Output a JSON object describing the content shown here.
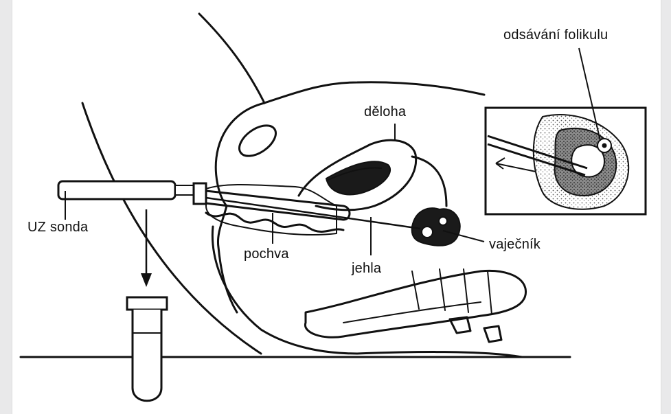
{
  "labels": {
    "uz_sonda": "UZ sonda",
    "pochva": "pochva",
    "jehla": "jehla",
    "deloha": "děloha",
    "vajecnik": "vaječník",
    "odsavani": "odsávání folikulu"
  },
  "colors": {
    "ink": "#111111",
    "paper": "#ffffff",
    "background": "#e9e9ea",
    "stipple": "#8a8a8a"
  }
}
